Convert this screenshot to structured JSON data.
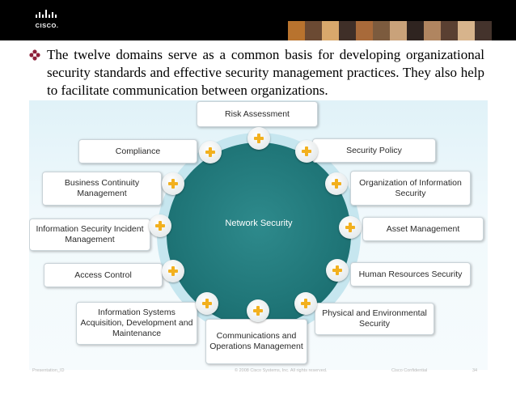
{
  "header": {
    "logo_text": "CISCO."
  },
  "bullet": {
    "text": "The twelve domains serve as a common basis for developing organizational security standards and effective security management practices. They also help to facilitate communication between organizations."
  },
  "diagram": {
    "center_label": "Network Security",
    "domains": [
      "Risk Assessment",
      "Security Policy",
      "Organization of Information Security",
      "Asset Management",
      "Human Resources Security",
      "Physical and Environmental Security",
      "Communications and Operations Management",
      "Information Systems Acquisition, Development and Maintenance",
      "Access Control",
      "Information Security Incident Management",
      "Business Continuity Management",
      "Compliance"
    ]
  },
  "colors": {
    "core": "#1f7577",
    "ring": "#c6e6ef",
    "plus": "#f2b01e",
    "background": "#e0f2f8"
  },
  "footer": {
    "left": "Presentation_ID",
    "center": "© 2008 Cisco Systems, Inc. All rights reserved.",
    "right_a": "Cisco Confidential",
    "page": "34"
  }
}
